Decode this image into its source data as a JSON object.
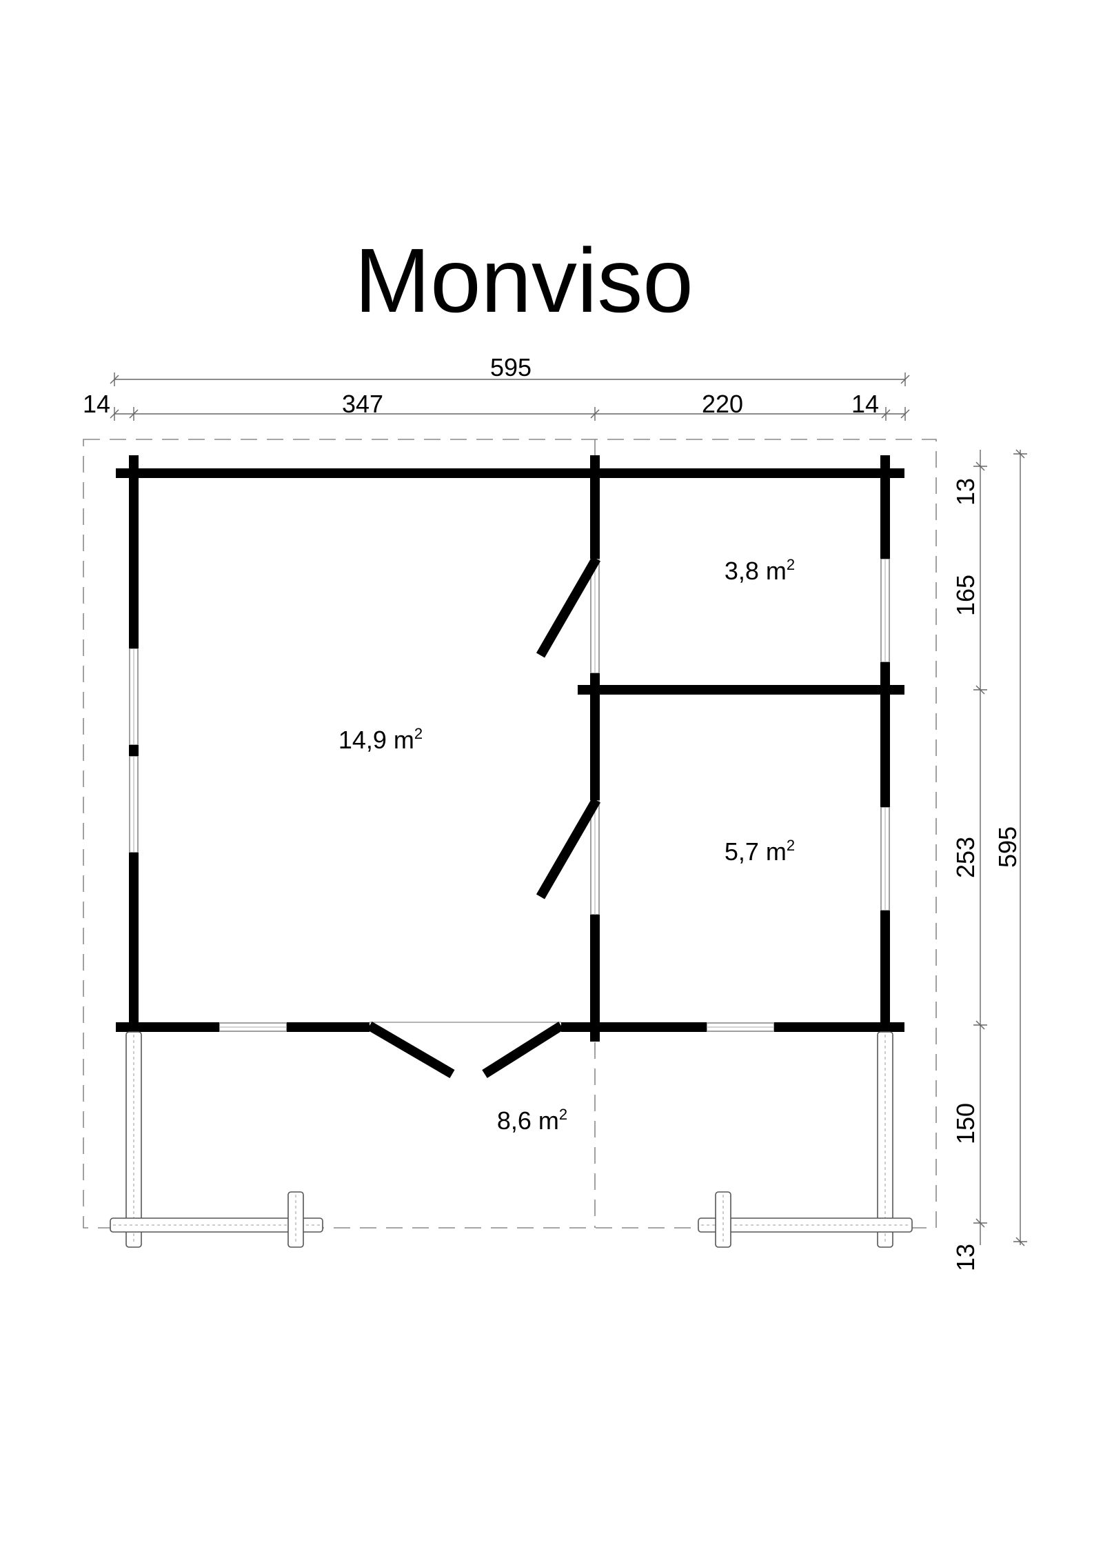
{
  "title": "Monviso",
  "dimensions": {
    "top_total": "595",
    "top_left_edge": "14",
    "top_left_room": "347",
    "top_right_room": "220",
    "top_right_edge": "14",
    "right_top_edge": "13",
    "right_upper_room": "165",
    "right_lower_room": "253",
    "right_porch": "150",
    "right_bottom_edge": "13",
    "right_total": "595"
  },
  "rooms": [
    {
      "area": "14,9 m",
      "sup": "2"
    },
    {
      "area": "3,8 m",
      "sup": "2"
    },
    {
      "area": "5,7 m",
      "sup": "2"
    },
    {
      "area": "8,6 m",
      "sup": "2"
    }
  ]
}
